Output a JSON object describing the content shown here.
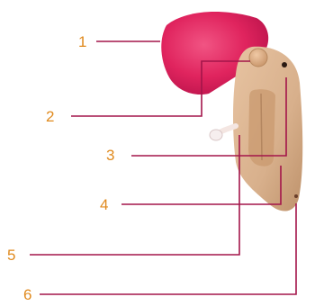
{
  "callouts": [
    {
      "number": "1"
    },
    {
      "number": "2"
    },
    {
      "number": "3"
    },
    {
      "number": "4"
    },
    {
      "number": "5"
    },
    {
      "number": "6"
    }
  ],
  "colors": {
    "label_text": "#E08A1E",
    "leader_line": "#A3154A",
    "shell_main": "#D8B08C",
    "shell_shadow": "#B98A63",
    "canal_tip": "#E0245E",
    "button": "#DCA97E",
    "vent_dot": "#2B1A12",
    "tube": "#F4E6E2"
  },
  "icon_names": [
    "hearing-aid-illustration",
    "push-button",
    "microphone-port",
    "vent",
    "battery-door",
    "removal-handle"
  ]
}
